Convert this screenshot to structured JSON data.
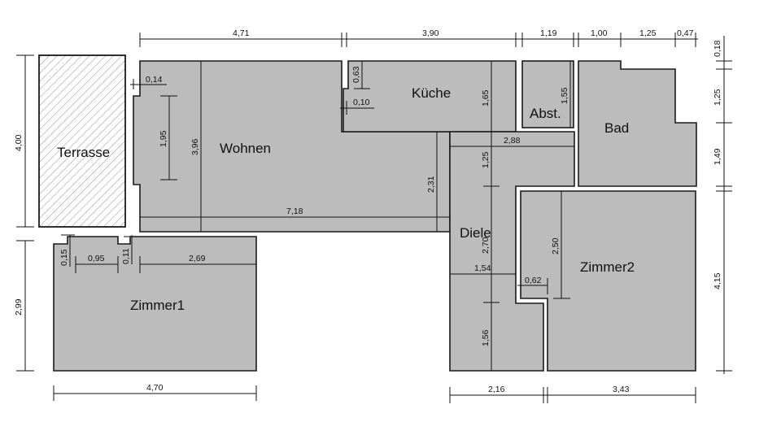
{
  "title": "Grundriss",
  "colors": {
    "room_fill": "#bcbcbc",
    "wall_stroke": "#1a1a1a",
    "hatch": "#9a9a9a",
    "background": "#ffffff"
  },
  "rooms": {
    "terrasse": "Terrasse",
    "wohnen": "Wohnen",
    "kueche": "Küche",
    "abst": "Abst.",
    "bad": "Bad",
    "diele": "Diele",
    "zimmer1": "Zimmer1",
    "zimmer2": "Zimmer2"
  },
  "dimensions": {
    "top": [
      "4,71",
      "3,90",
      "1,19",
      "1,00",
      "1,25",
      "0,47"
    ],
    "right_upper": [
      "0,18",
      "1,25",
      "1,49"
    ],
    "right_lower": "4,15",
    "left_terrasse": "4,00",
    "left_zimmer1": "2,99",
    "bottom_zimmer1": "4,70",
    "bottom_right": [
      "2,16",
      "3,43"
    ],
    "wohnen_niche_depth": "0,14",
    "wohnen_niche_height": "1,95",
    "wohnen_height": "3,96",
    "wohnen_width": "7,18",
    "wohnen_right_height": "2,31",
    "kueche_offset": "0,63",
    "kueche_wall": "0,10",
    "kueche_height": "1,65",
    "abst_height": "1,55",
    "flur_width": "2,88",
    "flur_height": "1,25",
    "diele_height": "2,70",
    "diele_width": "1,54",
    "diele_lower_height": "1,56",
    "zimmer2_niche": "0,62",
    "zimmer2_height": "2,50",
    "zimmer1_step_height": "0,15",
    "zimmer1_step_width": "0,95",
    "zimmer1_gap": "0,11",
    "zimmer1_width": "2,69"
  }
}
